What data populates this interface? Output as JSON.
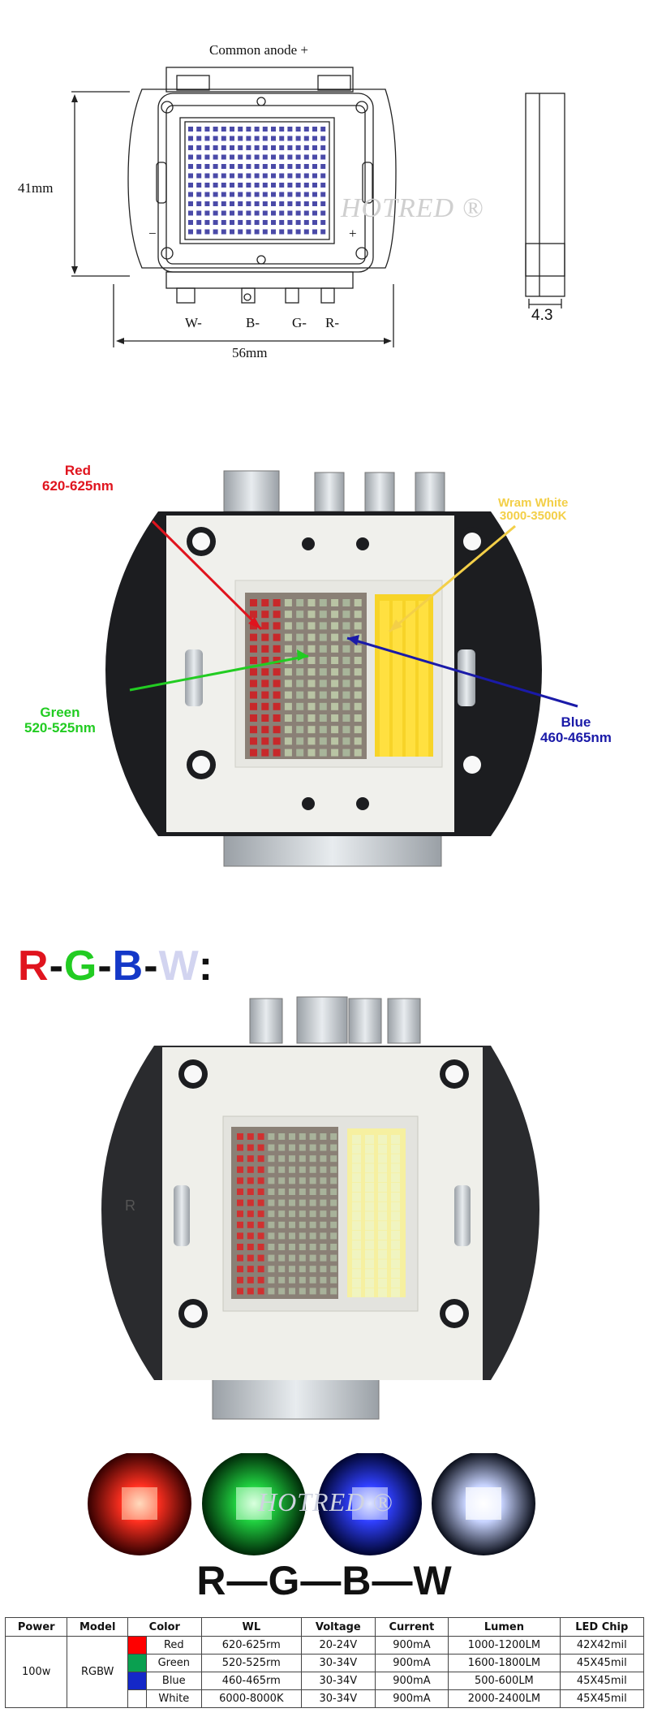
{
  "drawing": {
    "top_label": "Common anode +",
    "height_label": "41mm",
    "width_label": "56mm",
    "thickness_label": "4.3",
    "pins": [
      "W-",
      "B-",
      "G-",
      "R-"
    ],
    "minus_sign": "−",
    "plus_sign": "+",
    "watermark": "HOTRED ®"
  },
  "callouts": {
    "red": {
      "name": "Red",
      "value": "620-625nm",
      "color": "#e0141e"
    },
    "warm_white": {
      "name": "Wram White",
      "value": "3000-3500K",
      "color": "#f3cf48"
    },
    "green": {
      "name": "Green",
      "value": "520-525nm",
      "color": "#22cc22"
    },
    "blue": {
      "name": "Blue",
      "value": "460-465nm",
      "color": "#1a1aa8"
    }
  },
  "rgbw_heading": {
    "letters": [
      {
        "ch": "R",
        "color": "#e0141e"
      },
      {
        "ch": "-",
        "color": "#111111"
      },
      {
        "ch": "G",
        "color": "#22cc22"
      },
      {
        "ch": "-",
        "color": "#111111"
      },
      {
        "ch": "B",
        "color": "#1438c8"
      },
      {
        "ch": "-",
        "color": "#111111"
      },
      {
        "ch": "W",
        "color": "#d2d4f0"
      },
      {
        "ch": ":",
        "color": "#111111"
      }
    ]
  },
  "photo": {
    "r_mark": "R",
    "glow_watermark": "HOTRED ®"
  },
  "glow_colors": [
    "#ff3020",
    "#20d040",
    "#3040ff",
    "#e8eeff"
  ],
  "rgbw_caption": "R—G—B—W",
  "table": {
    "headers": [
      "Power",
      "Model",
      "Color",
      "WL",
      "Voltage",
      "Current",
      "Lumen",
      "LED Chip"
    ],
    "power": "100w",
    "model": "RGBW",
    "rows": [
      {
        "swatch": "#ff0000",
        "color": "Red",
        "wl": "620-625rm",
        "voltage": "20-24V",
        "current": "900mA",
        "lumen": "1000-1200LM",
        "chip": "42X42mil"
      },
      {
        "swatch": "#0aa050",
        "color": "Green",
        "wl": "520-525rm",
        "voltage": "30-34V",
        "current": "900mA",
        "lumen": "1600-1800LM",
        "chip": "45X45mil"
      },
      {
        "swatch": "#1428c8",
        "color": "Blue",
        "wl": "460-465rm",
        "voltage": "30-34V",
        "current": "900mA",
        "lumen": "500-600LM",
        "chip": "45X45mil"
      },
      {
        "swatch": "#ffffff",
        "color": "White",
        "wl": "6000-8000K",
        "voltage": "30-34V",
        "current": "900mA",
        "lumen": "2000-2400LM",
        "chip": "45X45mil"
      }
    ]
  }
}
